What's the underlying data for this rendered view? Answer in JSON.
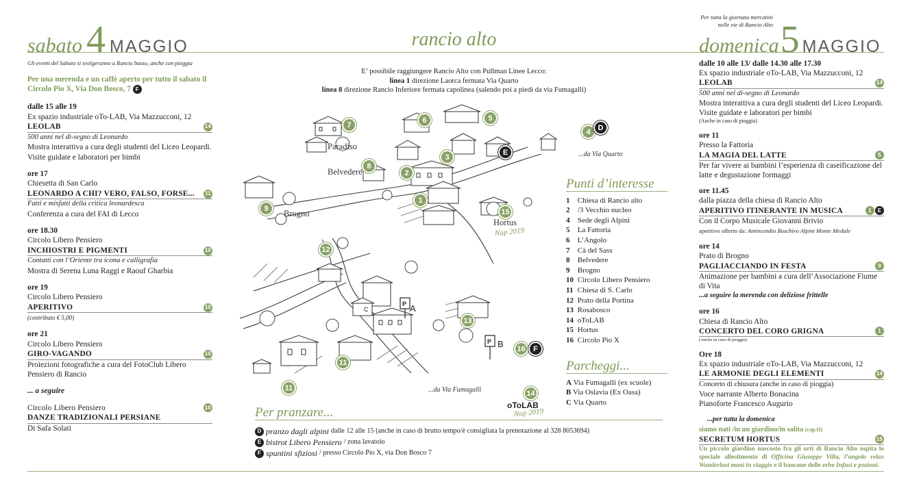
{
  "saturday": {
    "dayname": "sabato",
    "daynum": "4",
    "month": "MAGGIO",
    "note": "Gli eventi del Sabato si svolgeranno a Rancio basso, anche con pioggia",
    "promo": "Per una merenda e un caffè aperto per tutto il sabato il Circolo Pio X, Via Don Bosco, 7",
    "promo_badge": "F",
    "events": [
      {
        "when": "dalle 15 alle 19",
        "where": "Ex spazio industriale oTo-LAB, Via Mazzucconi, 12",
        "title": "LEOLAB",
        "badge": "14",
        "sub": "500 anni nel di-segno di Leonardo",
        "desc": "Mostra interattiva a cura degli studenti del Liceo Leopardi. Visite guidate e laboratori per bimbi"
      },
      {
        "when": "ore 17",
        "where": "Chiesetta di San  Carlo",
        "title": "LEONARDO A CHI? VERO, FALSO, FORSE...",
        "badge": "11",
        "sub": "Fatti e misfatti della critica leonardesca",
        "desc": "Conferenza a cura del FAI di Lecco"
      },
      {
        "when": "ore 18.30",
        "where": "Circolo Libero Pensiero",
        "title": "INCHIOSTRI E PIGMENTI",
        "badge": "10",
        "sub": "Contatti con l’Oriente tra icona e calligrafia",
        "desc": "Mostra di Serena Luna Raggi e Raouf Gharbia"
      },
      {
        "when": "ore 19",
        "where": "Circolo Libero Pensiero",
        "title": "APERITIVO",
        "badge": "10",
        "sub": "(contributo € 5,00)",
        "desc": ""
      },
      {
        "when": "ore 21",
        "where": "Circolo Libero Pensiero",
        "title": "GIRO-VAGANDO",
        "badge": "10",
        "sub": "",
        "desc": "Proiezioni fotografiche a cura del FotoClub Libero Pensiero di Rancio"
      }
    ],
    "follow": "... a seguire",
    "last": {
      "where": "Circolo Libero Pensiero",
      "title": "DANZE TRADIZIONALI PERSIANE",
      "badge": "10",
      "desc": "Di Safa Solati"
    }
  },
  "center": {
    "title": "rancio alto",
    "info_1": "E’ possibile  raggiungere Rancio Alto con Pullman Linee Lecco:",
    "info_2_bold": "linea 1",
    "info_2": " direzione Laorca fermata Via Quarto",
    "info_3_bold": "linea 8",
    "info_3": " direzione Rancio Inferiore fermata capolinea (salendo poi a piedi da via Fumagalli)"
  },
  "map": {
    "labels": {
      "paradiso": "Paradiso",
      "belvedere": "Belvedere",
      "brogno": "Brogno",
      "hortus": "Hortus",
      "via_quarto": "...da Via Quarto",
      "via_fumagalli": "...da Via Fumagalli",
      "otolab": "oToLAB",
      "sig1": "Nap 2019",
      "sig2": "Nap 2019"
    },
    "markers": [
      "1",
      "2",
      "3",
      "4",
      "5",
      "6",
      "7",
      "8",
      "9",
      "11",
      "11",
      "12",
      "13",
      "14",
      "15",
      "16"
    ],
    "dark_markers": [
      "D",
      "E",
      "F"
    ],
    "parking_letters": [
      "A",
      "B",
      "C"
    ]
  },
  "poi": {
    "title": "Punti d’interesse",
    "items": [
      {
        "n": "1",
        "label": "Chiesa di Rancio alto"
      },
      {
        "n": "2",
        "label": "/3 Vecchio nucleo"
      },
      {
        "n": "4",
        "label": "Sede degli Alpini"
      },
      {
        "n": "5",
        "label": "La Fattoria"
      },
      {
        "n": "6",
        "label": "L’Angolo"
      },
      {
        "n": "7",
        "label": "Cà del Sass"
      },
      {
        "n": "8",
        "label": "Belvedere"
      },
      {
        "n": "9",
        "label": "Brogno"
      },
      {
        "n": "10",
        "label": "Circolo Libero Pensiero"
      },
      {
        "n": "11",
        "label": "Chiesa di S. Carlo"
      },
      {
        "n": "12",
        "label": "Prato della Portina"
      },
      {
        "n": "13",
        "label": "Rosabosco"
      },
      {
        "n": "14",
        "label": "oToLAB"
      },
      {
        "n": "15",
        "label": "Hortus"
      },
      {
        "n": "16",
        "label": "Circolo Pio X"
      }
    ]
  },
  "parking": {
    "title": "Parcheggi...",
    "items": [
      {
        "n": "A",
        "label": "Via Fumagalli (ex scuole)"
      },
      {
        "n": "B",
        "label": "Via Oslavia (Ex Oasa)"
      },
      {
        "n": "C",
        "label": "Via Quarto"
      }
    ]
  },
  "lunch": {
    "title": "Per pranzare...",
    "items": [
      {
        "badge": "D",
        "name": "pranzo dagli alpini",
        "rest": "dalle 12 alle 15 (anche in caso di brutto tempo/è consigliata la prenotazione al 328 8053694)"
      },
      {
        "badge": "E",
        "name": "bistrot Libero Pensiero",
        "rest": "/ zona lavatoio"
      },
      {
        "badge": "F",
        "name": "spuntini sfiziosi",
        "rest": "/ presso Circolo Pio X, via Don Bosco 7"
      }
    ]
  },
  "sunday": {
    "topnote": "Per tutta la giornata mercatini nelle vie di Rancio Alto",
    "dayname": "domenica",
    "daynum": "5",
    "month": "MAGGIO",
    "events": [
      {
        "when": "dalle 10 alle 13/ dalle 14.30 alle 17.30",
        "where": "Ex spazio industriale oTo-LAB, Via Mazzucconi, 12",
        "title": "LEOLAB",
        "badge": "14",
        "sub": "500 anni nel di-segno di Leonardo",
        "desc": "Mostra interattiva a cura degli studenti del Liceo Leopardi. Visite guidate e laboratori per bimbi",
        "small": "(Anche in caso di pioggia)"
      },
      {
        "when": "ore 11",
        "where": "Presso la Fattoria",
        "title": "LA MAGIA DEL LATTE",
        "badge": "5",
        "desc": "Per far vivere ai bambini l’esperienza di caseificazione del latte e degustazione formaggi"
      },
      {
        "when": "ore 11.45",
        "where": "dalla piazza della chiesa di Rancio Alto",
        "title": "APERITIVO ITINERANTE IN MUSICA",
        "badge": "1",
        "badge2": "E",
        "desc": "Con il Corpo Musicale Giovanni Brivio",
        "extra_pre": "aperitivo offerto da: ",
        "extra_it": "Antincendio Boschivo Alpini Monte Medale"
      },
      {
        "when": "ore 14",
        "where": "Prato di Brogno",
        "title": "PAGLIACCIANDO IN FESTA",
        "badge": "9",
        "desc": "Animazione per bambini a cura dell’Associazione Fiume di Vita",
        "follow": "...a seguire la merenda con deliziose frittelle"
      },
      {
        "when": "ore 16",
        "where": "Chiesa di Rancio Alto",
        "title": "CONCERTO DEL CORO GRIGNA",
        "badge": "1",
        "small": "(Anche in caso di pioggia)"
      },
      {
        "when": "Ore 18",
        "where": "Ex spazio industriale oTo-LAB, Via Mazzucconi, 12",
        "title": "LE ARMONIE DEGLI ELEMENTI",
        "badge": "14",
        "desc_lines": [
          "Concerto di chiusura (anche in caso di pioggia)",
          "Voce narrante Alberto Bonacina",
          "Pianoforte Francesco Augurio"
        ]
      }
    ],
    "hortus": {
      "intro": "...per tutta la domenica",
      "line2": "siamo nati /in un giardino/in salita",
      "cap": "(cap.II)",
      "title": "SECRETUM HORTUS",
      "badge": "15",
      "desc_1": "Un piccolo giardino nascosto fra gli orti di Rancio Alto ospita lo speciale allestimento di ",
      "desc_it_1": "Officina Giuseppe Villa, l’angolo relax Wanderlust mani in viaggio",
      "desc_2": " e il bancone delle erbe ",
      "desc_it_2": "Infusi e pozioni."
    }
  }
}
